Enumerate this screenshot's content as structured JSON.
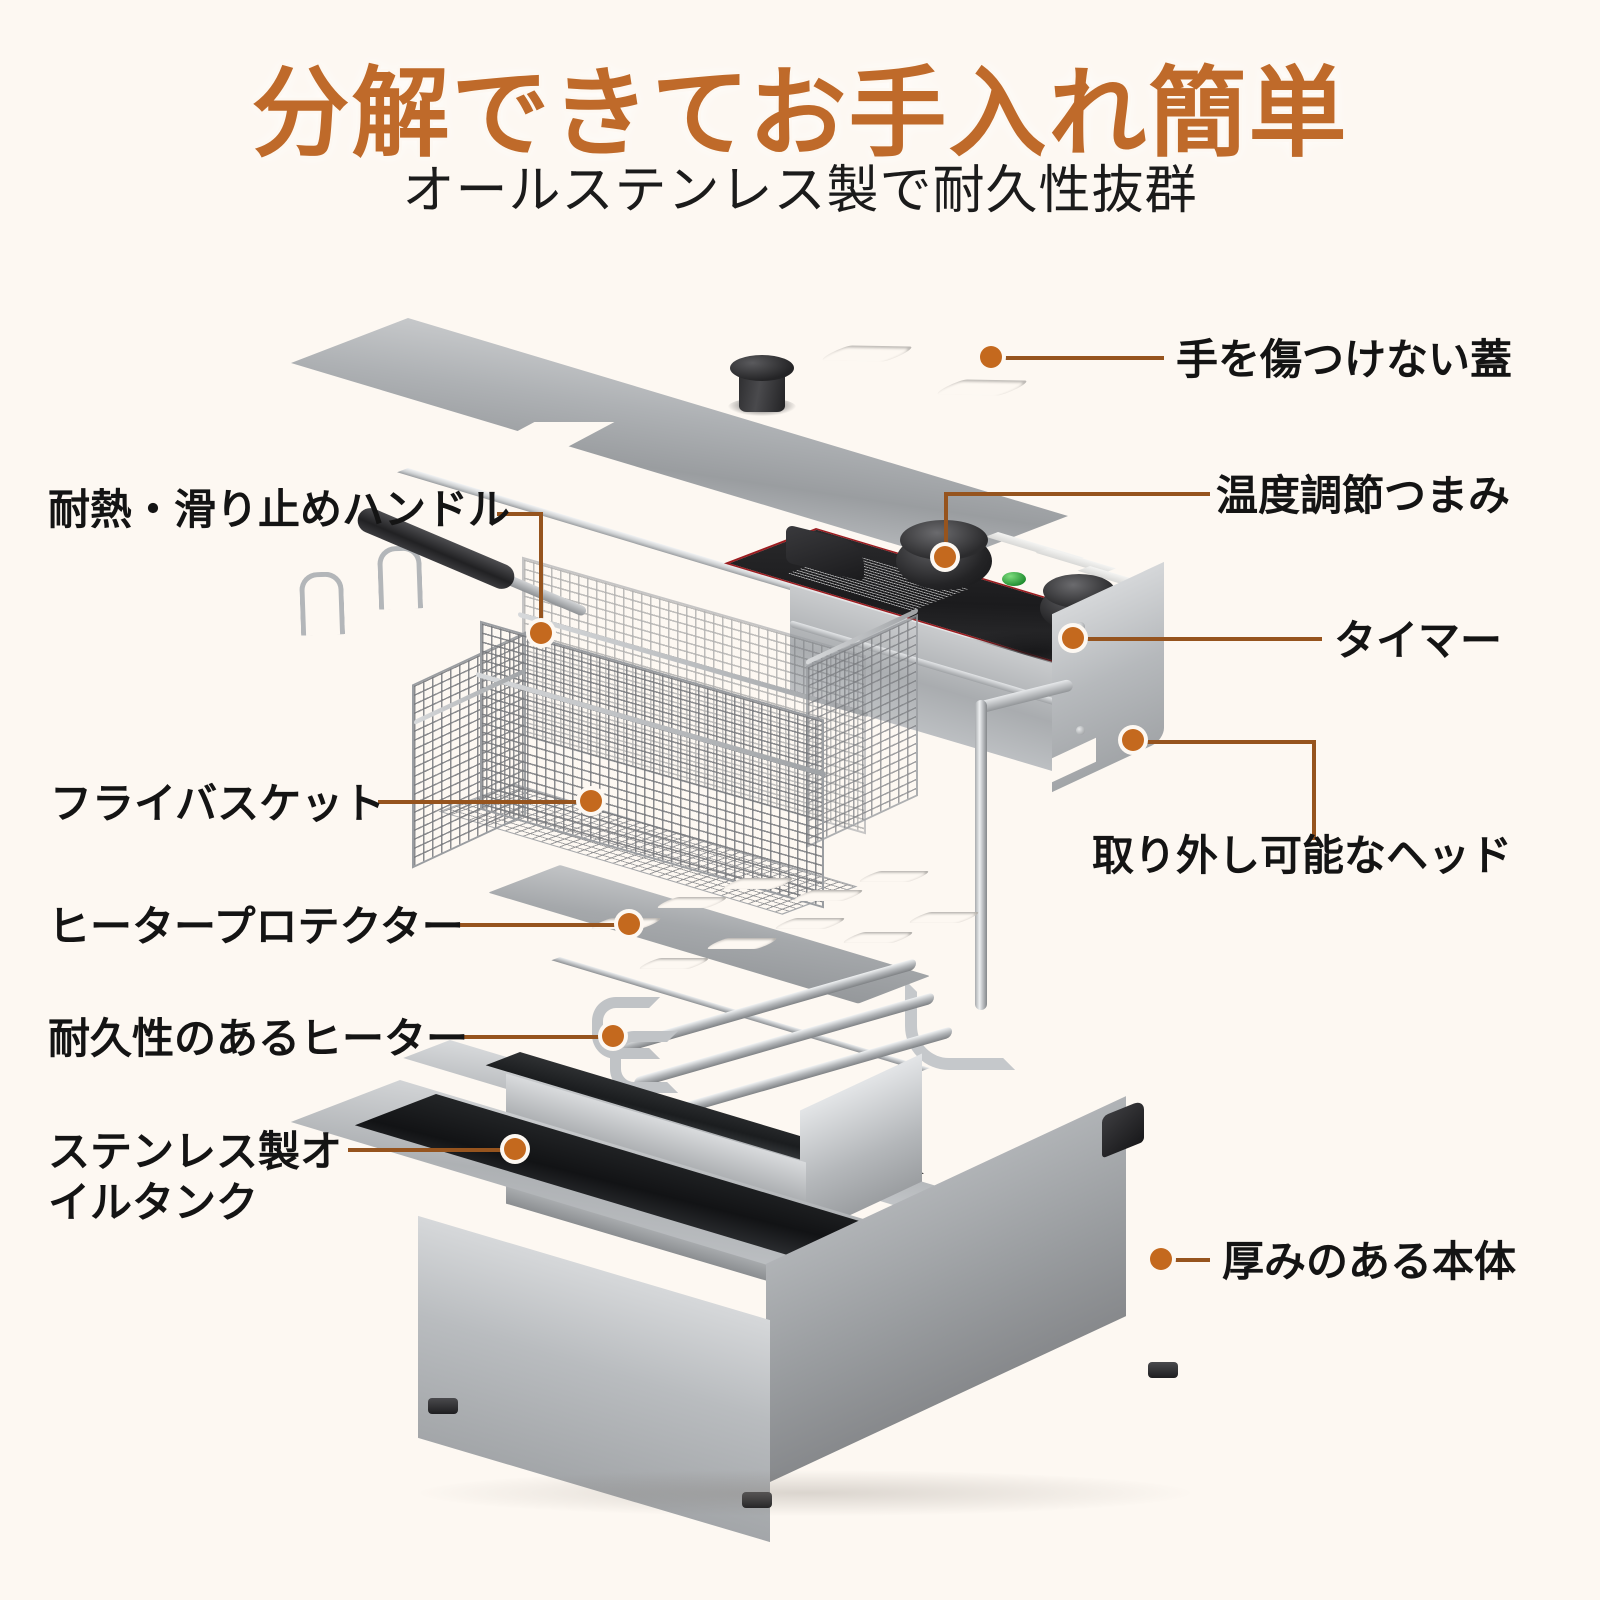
{
  "header": {
    "title": "分解できてお手入れ簡単",
    "subtitle": "オールステンレス製で耐久性抜群",
    "title_color": "#bf6a2a",
    "subtitle_color": "#1b1b1b"
  },
  "theme": {
    "background": "#fdf8f2",
    "accent": "#c4691e",
    "leader_line": "#96541e",
    "label_text": "#141414"
  },
  "callouts": {
    "lid": "手を傷つけない蓋",
    "temp_knob": "温度調節つまみ",
    "timer": "タイマー",
    "removable_head": "取り外し可能なヘッド",
    "handle": "耐熱・滑り止めハンドル",
    "basket": "フライバスケット",
    "heater_protector": "ヒータープロテクター",
    "heater": "耐久性のあるヒーター",
    "oil_tank": "ステンレス製オイルタンク",
    "body": "厚みのある本体"
  }
}
